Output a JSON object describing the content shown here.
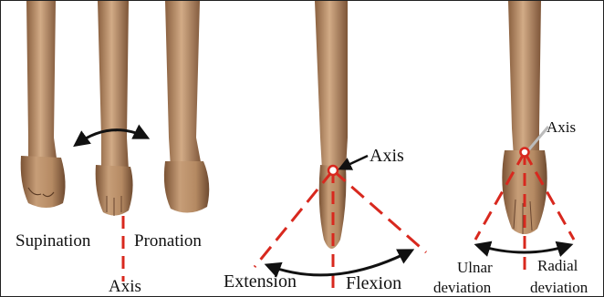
{
  "labels": {
    "supination": "Supination",
    "pronation": "Pronation",
    "axis_forearm": "Axis",
    "axis_wrist_flexion": "Axis",
    "extension": "Extension",
    "flexion": "Flexion",
    "axis_deviation": "Axis",
    "ulnar": "Ulnar",
    "ulnar_deviation": "deviation",
    "radial": "Radial",
    "radial_deviation": "deviation"
  },
  "colors": {
    "skin_light": "#c9a07a",
    "skin_mid": "#a97a55",
    "skin_dark": "#6e4a30",
    "axis_line": "#d8281e",
    "arrow": "#111111"
  }
}
